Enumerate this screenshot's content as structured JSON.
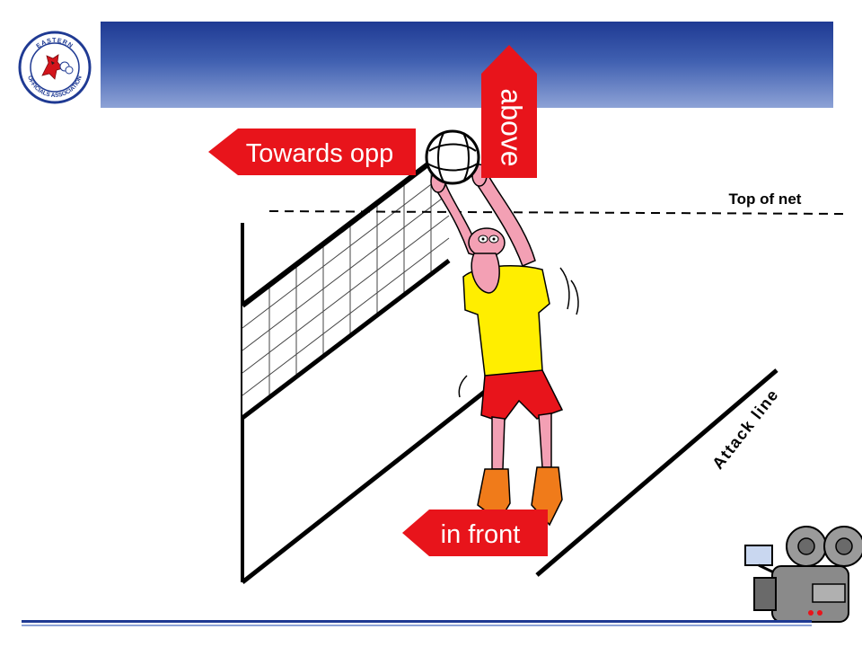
{
  "logo": {
    "top_text": "EASTERN",
    "bottom_text": "OFFICIALS ASSOCIATION",
    "icon": "cardinal-bird-icon",
    "ring_color": "#1f3a93"
  },
  "labels": {
    "towards": "Towards opp",
    "above": "above",
    "in_front": "in front",
    "top_of_net": "Top of net",
    "attack_line": "Attack line"
  },
  "colors": {
    "arrow_red": "#e8141b",
    "header_dark": "#1f3a93",
    "header_light": "#8da2d6",
    "jersey": "#ffee00",
    "shorts": "#e8141b",
    "skin": "#f3a0b4",
    "shoes": "#f07b1a"
  },
  "icons": {
    "camera": "video-camera-icon",
    "ball": "volleyball-icon"
  }
}
